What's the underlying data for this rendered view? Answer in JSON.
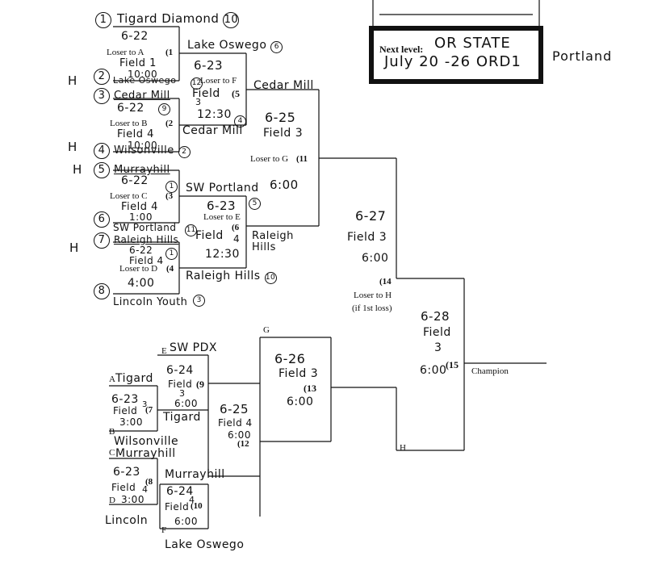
{
  "header_box": {
    "next_level_label": "Next level:",
    "next_level_value": "OR STATE",
    "dates": "July 20 -26 ORD1",
    "place": "Portland"
  },
  "h_marks": [
    "H",
    "H",
    "H",
    "H"
  ],
  "main": {
    "seeds": [
      {
        "num": "1",
        "team": "Tigard Diamond",
        "circ": "10"
      },
      {
        "num": "2",
        "team": "Lake Oswego",
        "circ": "12"
      },
      {
        "num": "3",
        "team": "Cedar Mill",
        "circ": "9"
      },
      {
        "num": "4",
        "team": "Wilsonville",
        "circ": "2"
      },
      {
        "num": "5",
        "team": "Murrayhill",
        "circ": "1"
      },
      {
        "num": "6",
        "team": "SW Portland",
        "circ": "11"
      },
      {
        "num": "7",
        "team": "Raleigh Hills",
        "circ": "1"
      },
      {
        "num": "8",
        "team": "Lincoln Youth",
        "circ": "3"
      }
    ],
    "round1": [
      {
        "date": "6-22",
        "loser": "Loser to A",
        "game": "(1",
        "field": "Field 1",
        "time": "10:00"
      },
      {
        "date": "6-22",
        "loser": "Loser to B",
        "game": "(2",
        "field": "Field 4",
        "time": "10:00"
      },
      {
        "date": "6-22",
        "loser": "Loser to C",
        "game": "(3",
        "field": "Field 4",
        "time": "1:00"
      },
      {
        "date": "6-22",
        "loser": "Loser to D",
        "game": "(4",
        "field": "Field 4",
        "time": "4:00"
      }
    ],
    "round2": [
      {
        "winner": "Lake Oswego",
        "winner_circ": "6",
        "date": "6-23",
        "loser": "Loser to F",
        "game": "(5",
        "field": "Field",
        "field_no": "3",
        "time": "12:30",
        "time_circ": "4"
      },
      {
        "winner": "Cedar Mill",
        "winner_circ": "",
        "date": "",
        "loser": "",
        "game": "",
        "field": "",
        "field_no": "",
        "time": "",
        "time_circ": ""
      },
      {
        "winner": "SW Portland",
        "winner_circ": "5",
        "date": "6-23",
        "loser": "Loser to E",
        "game": "(6",
        "field": "Field",
        "field_no": "4",
        "time": "12:30",
        "time_circ": ""
      },
      {
        "winner": "Raleigh Hills",
        "winner_circ": "10",
        "date": "",
        "loser": "",
        "game": "",
        "field": "",
        "field_no": "",
        "time": "",
        "time_circ": ""
      }
    ],
    "round3": [
      {
        "winner": "Cedar Mill",
        "date": "6-25",
        "field": "Field 3",
        "loser": "Loser to G",
        "game": "(11",
        "time": "6:00"
      },
      {
        "winner": "Raleigh Hills",
        "date": "",
        "field": "",
        "loser": "",
        "game": "",
        "time": ""
      }
    ],
    "final_upper": {
      "date": "6-27",
      "field": "Field 3",
      "time": "6:00",
      "game": "(14",
      "loser": "Loser to H",
      "note": "(if 1st loss)"
    },
    "championship": {
      "date": "6-28",
      "field": "Field",
      "field_no": "3",
      "time": "6:00",
      "game": "(15",
      "label": "Champion"
    }
  },
  "consolation": {
    "e_label": "E",
    "e_team": "SW PDX",
    "a_label": "A",
    "a_team": "Tigard",
    "b_label": "B",
    "b_team": "Wilsonville",
    "c_label": "C",
    "c_team": "Murrayhill",
    "d_label": "D",
    "d_team": "Lincoln",
    "f_label": "F",
    "f_team": "Lake Oswego",
    "g_label": "G",
    "h_label": "H",
    "game7": {
      "date": "6-23",
      "field": "Field",
      "field_no": "3",
      "time": "3:00",
      "game": "(7"
    },
    "game8": {
      "date": "6-23",
      "field": "Field",
      "field_no": "4",
      "time": "3:00",
      "game": "(8"
    },
    "game9": {
      "date": "6-24",
      "field": "Field",
      "field_no": "3",
      "time": "6:00",
      "game": "(9",
      "winner": "Tigard"
    },
    "game10": {
      "date": "6-24",
      "field": "Field",
      "field_no": "4",
      "time": "6:00",
      "game": "(10",
      "winner": "Murrayhill"
    },
    "game12": {
      "date": "6-25",
      "field": "Field 4",
      "time": "6:00",
      "game": "(12"
    },
    "game13": {
      "date": "6-26",
      "field": "Field 3",
      "time": "6:00",
      "game": "(13"
    }
  }
}
